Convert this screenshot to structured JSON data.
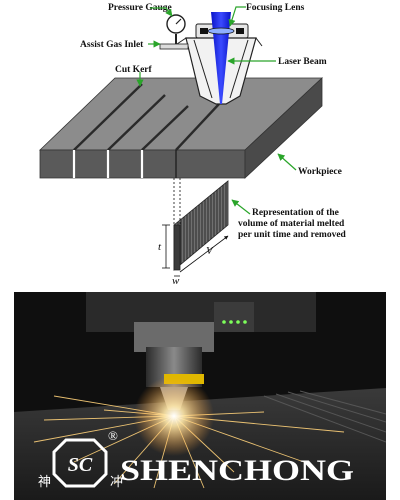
{
  "diagram": {
    "labels": {
      "pressure_gauge": "Pressure Gauge",
      "focusing_lens": "Focusing Lens",
      "assist_gas_inlet": "Assist Gas Inlet",
      "laser_beam": "Laser Beam",
      "cut_kerf": "Cut Kerf",
      "workpiece": "Workpiece",
      "representation_line1": "Representation of the",
      "representation_line2": "volume of material melted",
      "representation_line3": "per unit time and removed"
    },
    "dimensions": {
      "thickness": "t",
      "velocity": "V",
      "width": "w"
    },
    "colors": {
      "beam": "#1f2dff",
      "workpiece_top": "#8c8c8c",
      "workpiece_front": "#5a5a5a",
      "arrow": "#2aa52a"
    }
  },
  "photo": {
    "brand_name": "SHENCHONG",
    "logo_monogram": "SC",
    "registered_mark": "®",
    "chinese_left": "神",
    "chinese_right": "冲",
    "colors": {
      "spark": "#ffd27a",
      "brand": "#ffffff"
    }
  }
}
